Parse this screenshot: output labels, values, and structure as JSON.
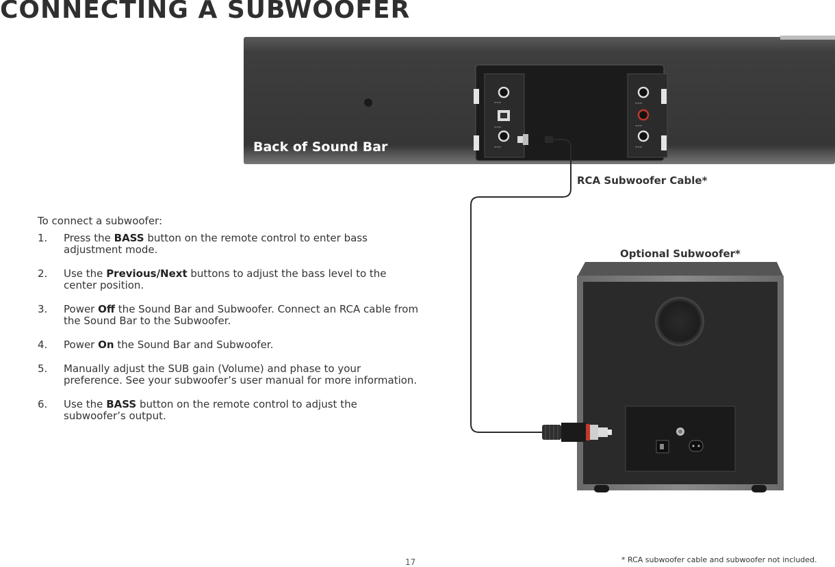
{
  "title": "CONNECTING A SUBWOOFER",
  "labels": {
    "soundbar": "Back of Sound Bar",
    "cable": "RCA Subwoofer Cable*",
    "subwoofer": "Optional Subwoofer*"
  },
  "intro": "To connect a subwoofer:",
  "steps": [
    {
      "number": "1.",
      "before": "Press the ",
      "bold": "BASS",
      "after": " button on the remote control to enter bass adjustment mode."
    },
    {
      "number": "2.",
      "before": "Use the ",
      "bold": "Previous/Next",
      "after": " buttons to adjust the bass level to the center position."
    },
    {
      "number": "3.",
      "before": "Power ",
      "bold": "Off",
      "after": " the Sound Bar and Subwoofer. Connect an RCA cable from the Sound Bar to the Subwoofer."
    },
    {
      "number": "4.",
      "before": "Power ",
      "bold": "On",
      "after": " the Sound Bar and Subwoofer."
    },
    {
      "number": "5.",
      "before": "Manually adjust the SUB gain (Volume) and phase to your preference. See your subwoofer’s user manual for more information.",
      "bold": "",
      "after": ""
    },
    {
      "number": "6.",
      "before": "Use the ",
      "bold": "BASS",
      "after": " button on the remote control to adjust the subwoofer’s output."
    }
  ],
  "page_number": "17",
  "footnote": "* RCA subwoofer cable and subwoofer not included.",
  "colors": {
    "soundbar_body": "#3a3a3a",
    "subwoofer_body": "#2a2a2a",
    "rca_red": "#c0392b"
  }
}
